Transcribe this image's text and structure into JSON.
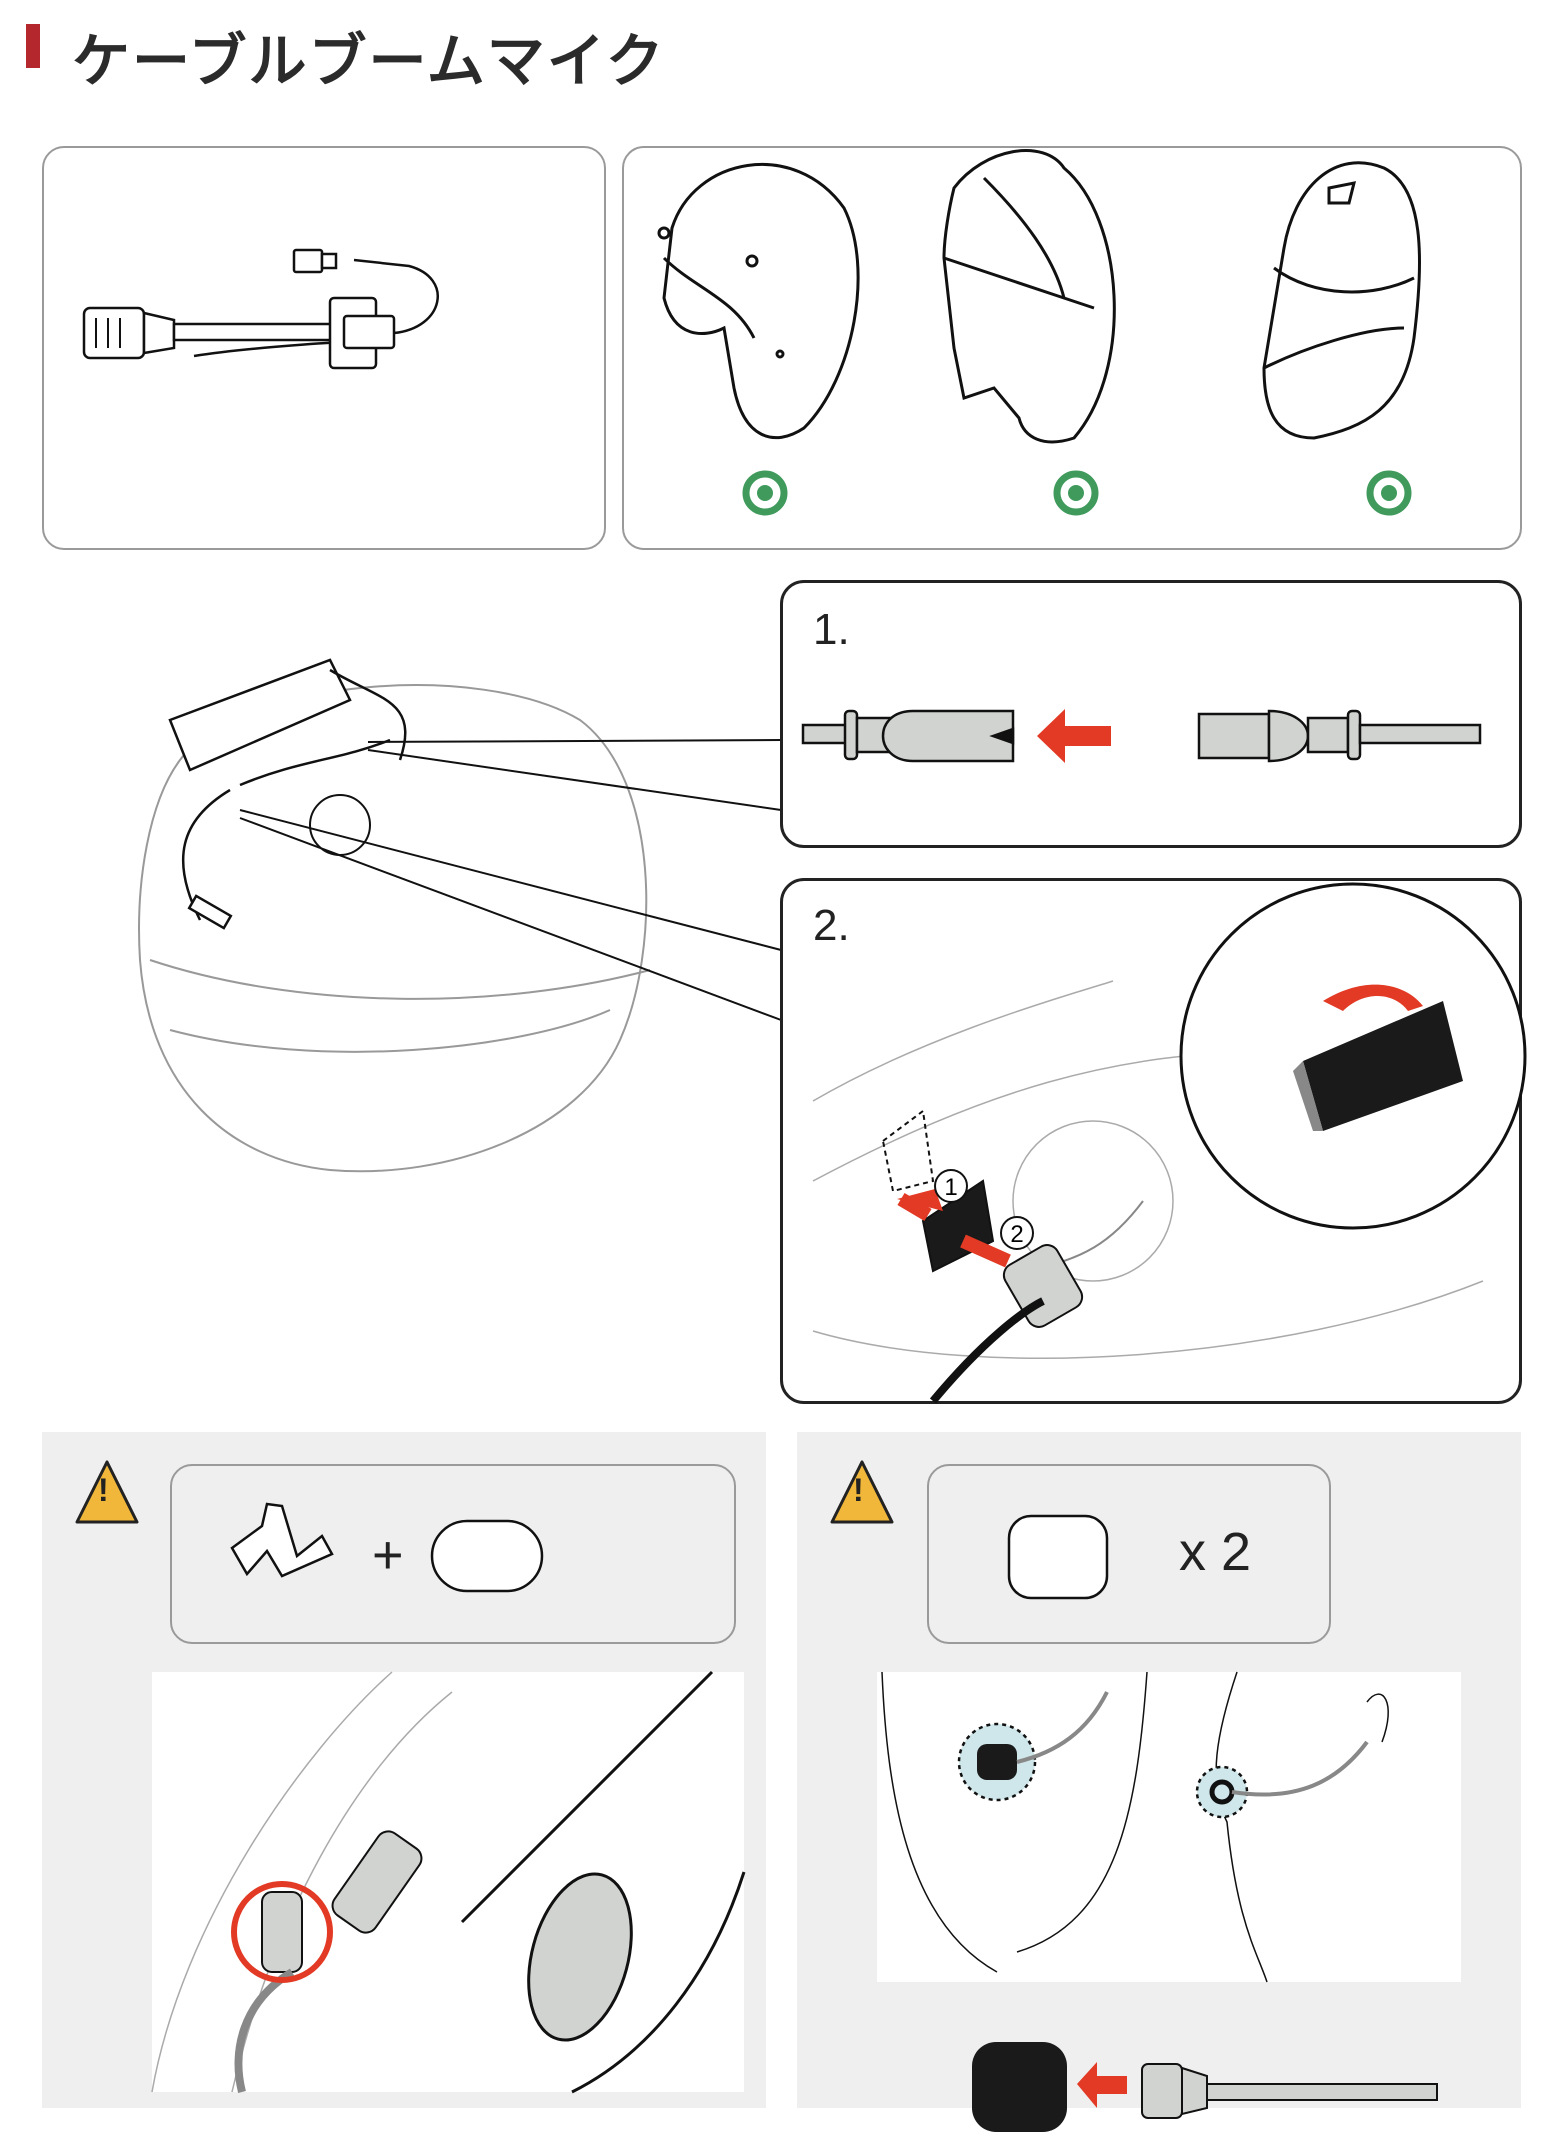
{
  "title": "ケーブルブームマイク",
  "colors": {
    "accent_red": "#b3272d",
    "arrow_red": "#e23a24",
    "ok_green": "#3f9a5c",
    "warning_yellow": "#f0b73a",
    "panel_gray": "#efefef",
    "highlight_blue": "#cfe7ea"
  },
  "compatibility": {
    "helmets": [
      {
        "type": "open-face",
        "status": "ok"
      },
      {
        "type": "modular",
        "status": "ok"
      },
      {
        "type": "full-face",
        "status": "ok"
      }
    ]
  },
  "steps": [
    {
      "number": "1."
    },
    {
      "number": "2.",
      "callouts": [
        "1",
        "2"
      ]
    }
  ],
  "accessories_left": {
    "plus": "+"
  },
  "accessories_right": {
    "quantity": "x 2"
  },
  "warning_icon": "!"
}
